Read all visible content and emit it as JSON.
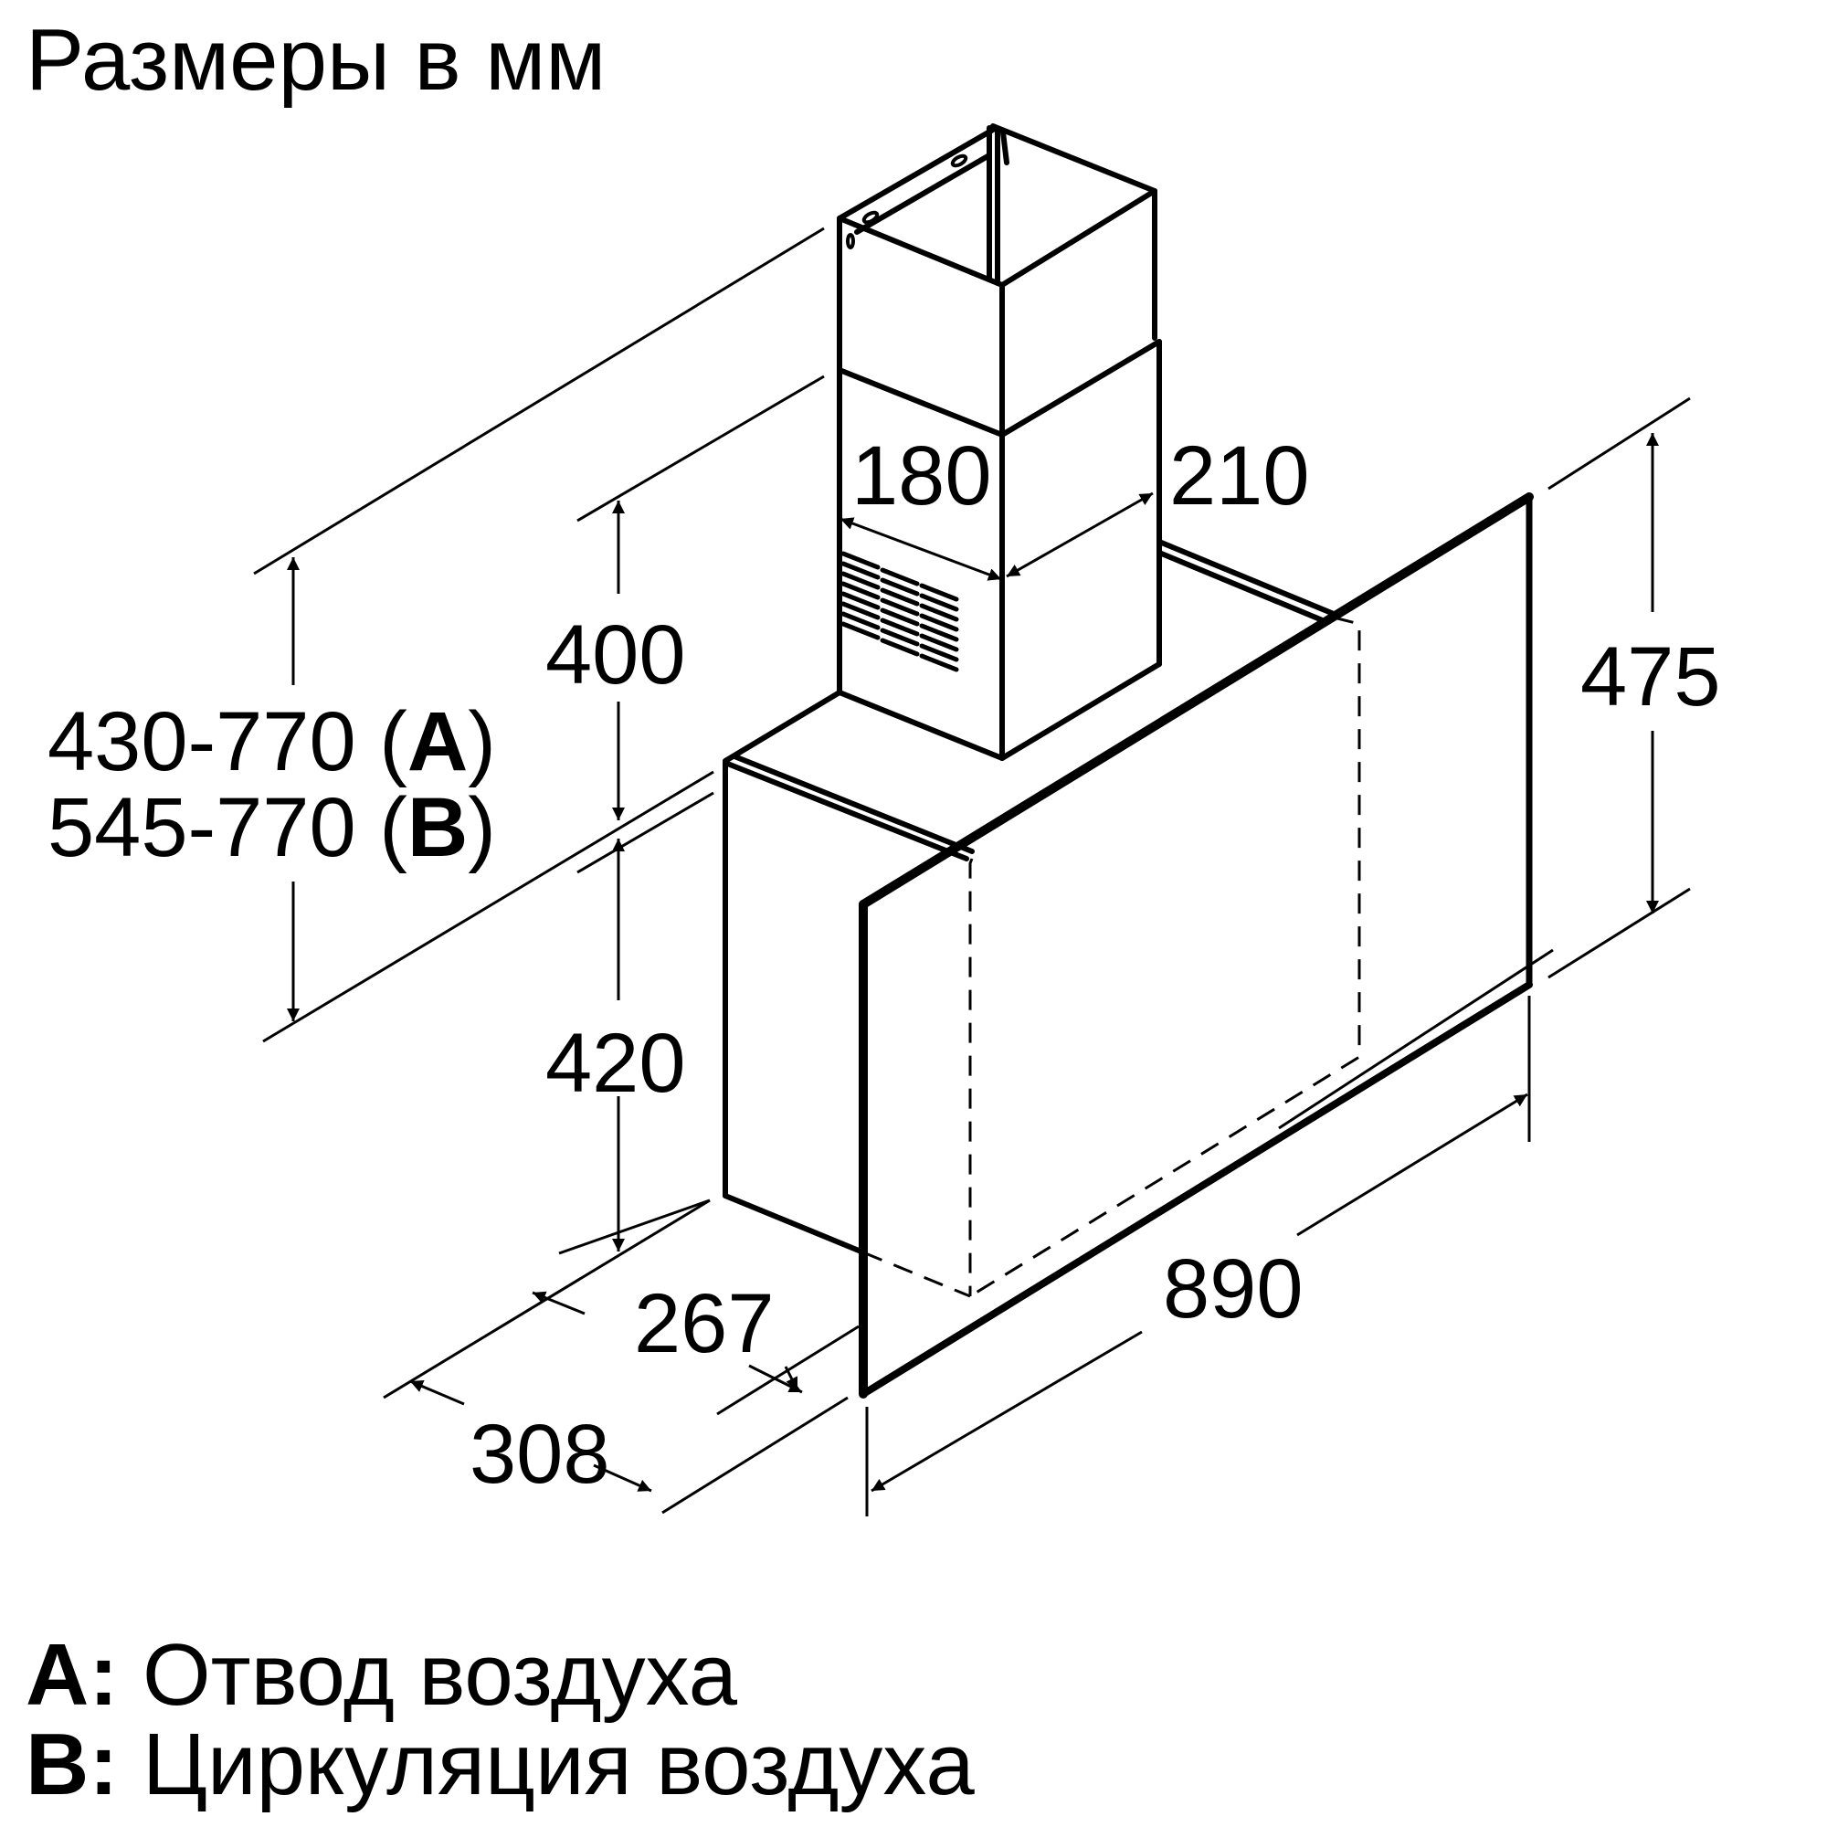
{
  "title": "Размеры в мм",
  "dimensions": {
    "chimney_depth": "180",
    "chimney_width": "210",
    "chimney_height": "400",
    "body_height": "420",
    "total_height_a_value": "430-770 (",
    "total_height_a_key": "A",
    "total_height_a_close": ")",
    "total_height_b_value": "545-770 (",
    "total_height_b_key": "B",
    "total_height_b_close": ")",
    "panel_height": "475",
    "body_depth": "267",
    "total_depth": "308",
    "width": "890"
  },
  "legend": [
    {
      "key": "A:",
      "label": " Отвод воздуха"
    },
    {
      "key": "B:",
      "label": " Циркуляция воздуха"
    }
  ],
  "colors": {
    "line": "#000000",
    "background": "#ffffff"
  }
}
